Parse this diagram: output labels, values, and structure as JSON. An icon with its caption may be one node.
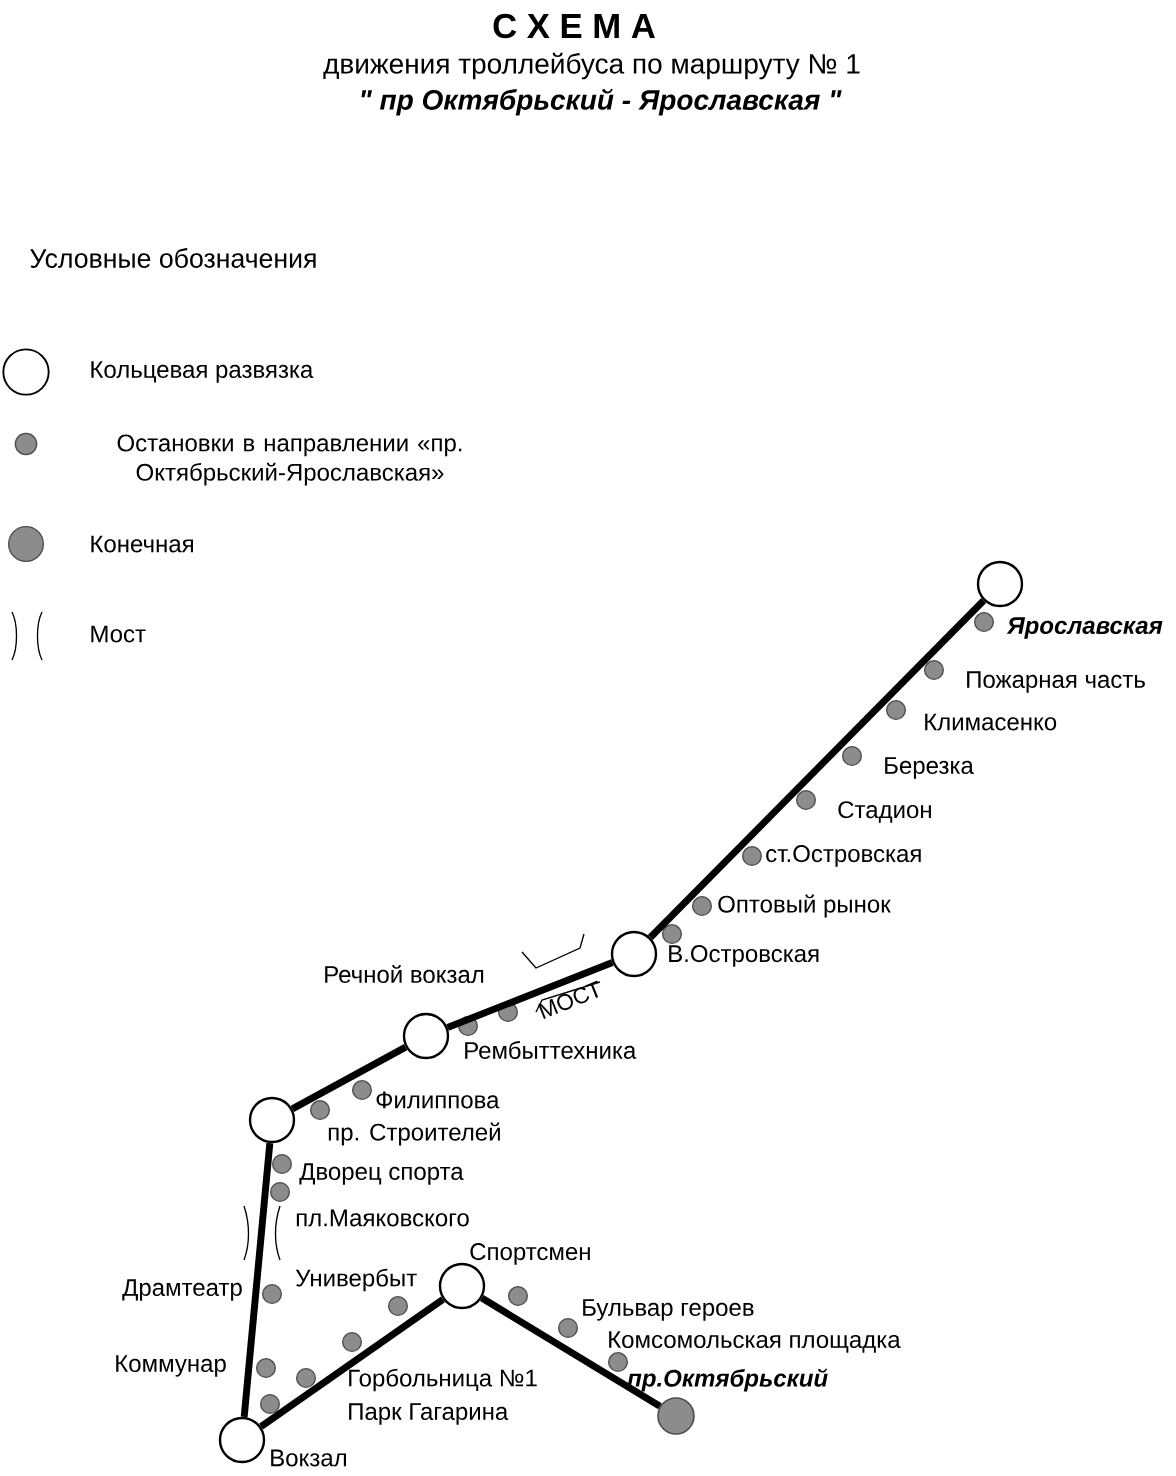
{
  "diagram": {
    "title": "С Х Е М А",
    "nodes": [
      {
        "text": [],
        "shape": "circle"
      },
      {
        "text": [],
        "shape": "circle"
      },
      {
        "text": [],
        "shape": "circle"
      },
      {
        "text": [],
        "shape": "circle"
      },
      {
        "text": [],
        "shape": "circle",
        "beside": [
          "Вокзал"
        ]
      },
      {
        "text": [],
        "shape": "circle",
        "beside": [
          "Спортсмен"
        ]
      },
      {
        "text": [],
        "shape": "circle",
        "beside": [
          "пр.Октябрьский"
        ]
      },
      {
        "text": [],
        "shape": "circle",
        "beside": [
          "Ярославская"
        ]
      },
      {
        "text": [],
        "shape": "circle",
        "beside": [
          "Пожарная часть"
        ]
      },
      {
        "text": [],
        "shape": "circle",
        "beside": [
          "Климасенко"
        ]
      },
      {
        "text": [],
        "shape": "circle",
        "beside": [
          "Березка"
        ]
      },
      {
        "text": [],
        "shape": "circle",
        "beside": [
          "Стадион"
        ]
      },
      {
        "text": [],
        "shape": "circle",
        "beside": [
          "ст.Островская"
        ]
      },
      {
        "text": [],
        "shape": "circle",
        "beside": [
          "Оптовый рынок"
        ]
      },
      {
        "text": [],
        "shape": "circle",
        "beside": [
          "В.Островская"
        ]
      },
      {
        "text": [],
        "shape": "circle",
        "beside": [
          "Речной вокзал"
        ]
      },
      {
        "text": [],
        "shape": "circle",
        "beside": [
          "Рембыттехника"
        ]
      },
      {
        "text": [],
        "shape": "circle",
        "beside": [
          "Филиппова"
        ]
      },
      {
        "text": [],
        "shape": "circle",
        "beside": [
          "пр. Строителей"
        ]
      },
      {
        "text": [],
        "shape": "circle",
        "beside": [
          "Дворец спорта"
        ]
      },
      {
        "text": [],
        "shape": "circle",
        "beside": [
          "пл.Маяковского"
        ]
      },
      {
        "text": [],
        "shape": "circle",
        "beside": [
          "Драмтеатр"
        ]
      },
      {
        "text": [],
        "shape": "circle",
        "beside": [
          "Коммунар"
        ]
      },
      {
        "text": [],
        "shape": "circle"
      },
      {
        "text": [],
        "shape": "circle",
        "beside": [
          "Парк Гагарина"
        ]
      },
      {
        "text": [],
        "shape": "circle",
        "beside": [
          "Горбольница №1"
        ]
      },
      {
        "text": [],
        "shape": "circle",
        "beside": [
          "Универбыт"
        ]
      },
      {
        "text": [],
        "shape": "circle"
      },
      {
        "text": [],
        "shape": "circle",
        "beside": [
          "Бульвар героев"
        ]
      },
      {
        "text": [],
        "shape": "circle",
        "beside": [
          "Комсомольская площадка"
        ]
      }
    ],
    "edges": [
      {
        "from": 0,
        "to": 1,
        "arrow": "none"
      },
      {
        "from": 1,
        "to": 2,
        "arrow": "none"
      },
      {
        "from": 2,
        "to": 3,
        "arrow": "none"
      },
      {
        "from": 3,
        "to": 4,
        "arrow": "none"
      },
      {
        "from": 4,
        "to": 5,
        "arrow": "none"
      },
      {
        "from": 5,
        "to": 6,
        "arrow": "none"
      }
    ],
    "labels": [
      "движения троллейбуса по маршруту № 1",
      "\" пр Октябрьский - Ярославская \"",
      "Условные обозначения",
      "МОСТ"
    ],
    "legend": [
      {
        "text": "Кольцевая развязка"
      },
      {
        "text": "Остановки в направлении «пр. Октябрьский-Ярославская»"
      },
      {
        "text": "Конечная"
      },
      {
        "text": "Мост"
      }
    ]
  }
}
